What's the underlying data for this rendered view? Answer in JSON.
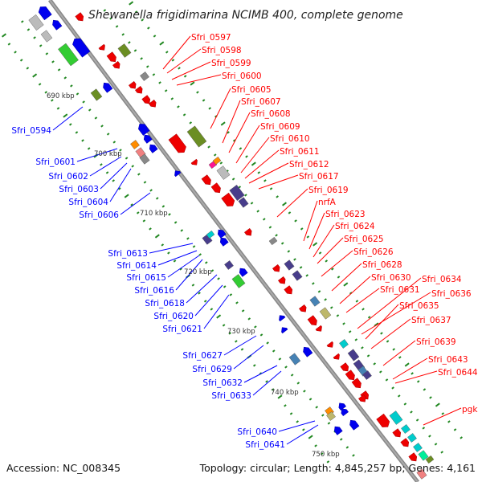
{
  "title": "Shewanella frigidimarina NCIMB 400, complete genome",
  "footer": {
    "accession": "Accession: NC_008345",
    "topology": "Topology: circular; Length: 4,845,257 bp; Genes: 4,161"
  },
  "colors": {
    "forward_label": "#ff0000",
    "reverse_label": "#0000ff",
    "backbone": "#888888",
    "tick": "#228822"
  },
  "kbp_ticks": [
    "690 kbp",
    "700 kbp",
    "710 kbp",
    "720 kbp",
    "730 kbp",
    "740 kbp",
    "750 kbp"
  ],
  "forward_labels": [
    "Sfri_0597",
    "Sfri_0598",
    "Sfri_0599",
    "Sfri_0600",
    "Sfri_0605",
    "Sfri_0607",
    "Sfri_0608",
    "Sfri_0609",
    "Sfri_0610",
    "Sfri_0611",
    "Sfri_0612",
    "Sfri_0617",
    "Sfri_0619",
    "nrfA",
    "Sfri_0623",
    "Sfri_0624",
    "Sfri_0625",
    "Sfri_0626",
    "Sfri_0628",
    "Sfri_0630",
    "Sfri_0631",
    "Sfri_0634",
    "Sfri_0636",
    "Sfri_0635",
    "Sfri_0637",
    "Sfri_0639",
    "Sfri_0643",
    "Sfri_0644",
    "pgk"
  ],
  "reverse_labels": [
    "Sfri_0594",
    "Sfri_0601",
    "Sfri_0602",
    "Sfri_0603",
    "Sfri_0604",
    "Sfri_0606",
    "Sfri_0613",
    "Sfri_0614",
    "Sfri_0615",
    "Sfri_0616",
    "Sfri_0618",
    "Sfri_0620",
    "Sfri_0621",
    "Sfri_0627",
    "Sfri_0629",
    "Sfri_0632",
    "Sfri_0633",
    "Sfri_0640",
    "Sfri_0641"
  ]
}
